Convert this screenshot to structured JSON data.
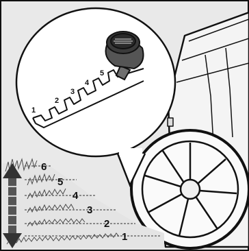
{
  "slot_labels": [
    "1",
    "2",
    "3",
    "4",
    "5"
  ],
  "height_labels": [
    "1",
    "2",
    "3",
    "4",
    "5",
    "6"
  ],
  "colors": {
    "background": "#e9e9e9",
    "ink": "#111111",
    "panel": "#ffffff"
  }
}
